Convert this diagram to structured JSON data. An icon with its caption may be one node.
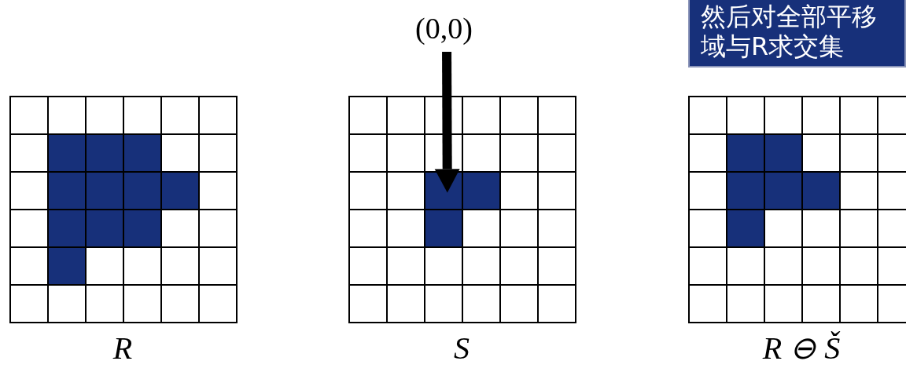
{
  "diagram": {
    "nodes": [
      {
        "text": [
          "然后对全部平移域与R求交集"
        ]
      },
      {
        "text": [
          "(0,0)"
        ]
      },
      {
        "text": [],
        "shape": "box"
      }
    ],
    "edges": [
      {
        "from": 1,
        "to": 2,
        "arrow": "to"
      }
    ],
    "labels": [
      "R",
      "S",
      "R ⊖ Š"
    ]
  }
}
